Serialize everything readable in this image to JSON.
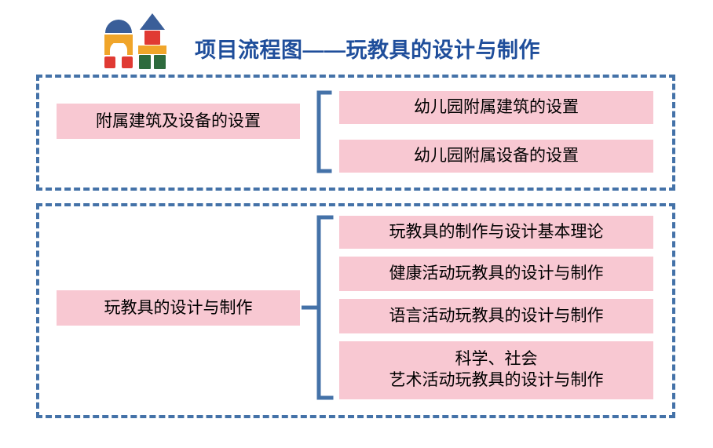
{
  "header": {
    "title": "项目流程图——玩教具的设计与制作",
    "logo_icon": "building-blocks-icon",
    "title_color": "#1F4E9B"
  },
  "theme": {
    "accent_blue": "#4472A8",
    "box_pink": "#F8C8D2",
    "text_black": "#000000",
    "logo_blue": "#3A5E99",
    "logo_orange": "#F0A52A",
    "logo_red": "#E03A33",
    "logo_green": "#2E6B3E"
  },
  "groups": [
    {
      "name": "group-1",
      "parent": "附属建筑及设备的设置",
      "bracket_icon": "bracket-icon",
      "children": [
        "幼儿园附属建筑的设置",
        "幼儿园附属设备的设置"
      ]
    },
    {
      "name": "group-2",
      "parent": "玩教具的设计与制作",
      "bracket_icon": "brace-icon",
      "children": [
        "玩教具的制作与设计基本理论",
        "健康活动玩教具的设计与制作",
        "语言活动玩教具的设计与制作",
        "科学、社会\n艺术活动玩教具的设计与制作"
      ]
    }
  ]
}
